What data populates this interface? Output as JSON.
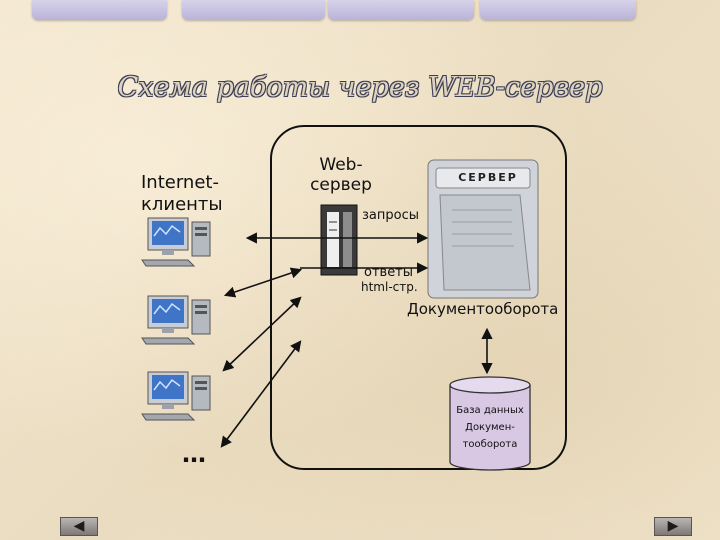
{
  "title": "Схема работы через WEB-сервер",
  "clients": {
    "label_line1": "Internet-",
    "label_line2": "клиенты",
    "ellipsis": "…"
  },
  "web_server": {
    "label_line1": "Web-",
    "label_line2": "сервер"
  },
  "arrows": {
    "requests": "запросы",
    "responses": "ответы",
    "html_pages": "html-стр."
  },
  "doc_server": {
    "badge": "СЕРВЕР",
    "label": "Документооборота"
  },
  "database": {
    "line1": "База данных",
    "line2": "Докумен-",
    "line3": "тооборота"
  },
  "nav": {
    "prev_icon": "arrow-left-icon",
    "next_icon": "arrow-right-icon"
  },
  "colors": {
    "background": "#efe3c9",
    "title_fill": "#dcd2bd",
    "title_outline": "#3d3f57",
    "monitor_screen": "#3f74c6"
  }
}
